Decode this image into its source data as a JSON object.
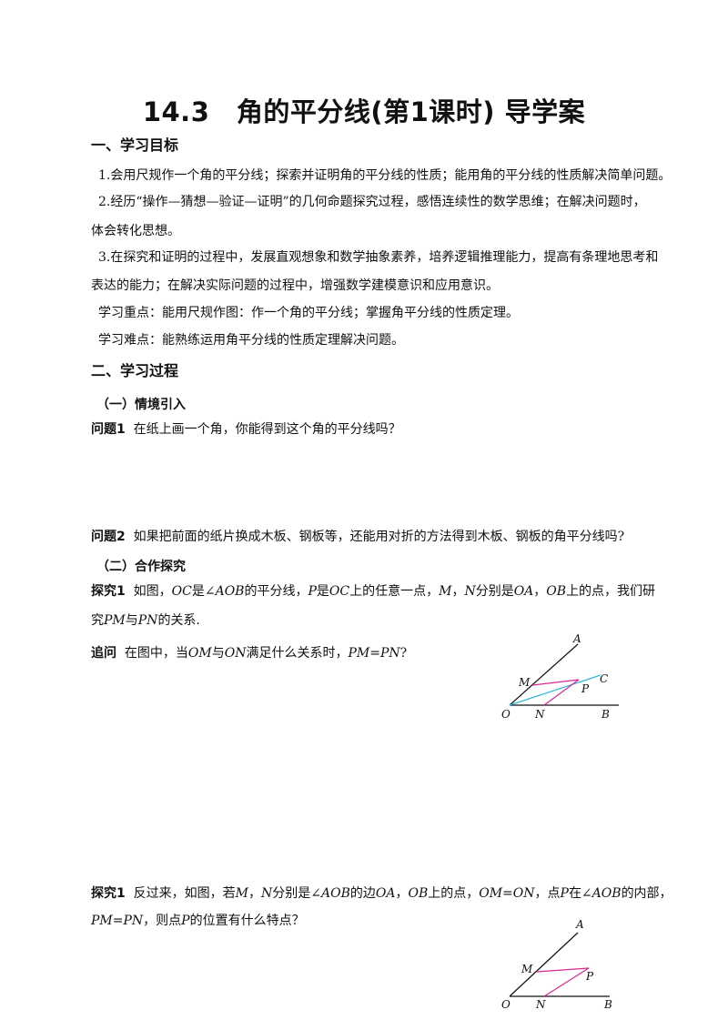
{
  "title": "14.3　角的平分线(第1课时) 导学案",
  "section1": {
    "heading": "一、学习目标",
    "goal1": "1.会用尺规作一个角的平分线；探索并证明角的平分线的性质；能用角的平分线的性质解决简单问题。",
    "goal2a": "2.经历“操作—猜想—验证—证明”的几何命题探究过程，感悟连续性的数学思维；在解决问题时，",
    "goal2b": "体会转化思想。",
    "goal3a": "3.在探究和证明的过程中，发展直观想象和数学抽象素养，培养逻辑推理能力，提高有条理地思考和",
    "goal3b": "表达的能力；在解决实际问题的过程中，增强数学建模意识和应用意识。",
    "key": "学习重点：能用尺规作图：作一个角的平分线；掌握角平分线的性质定理。",
    "difficulty": "学习难点：能熟练运用角平分线的性质定理解决问题。"
  },
  "section2": {
    "heading": "二、学习过程",
    "sub1": "（一）情境引入",
    "q1_label": "问题1",
    "q1_text": "在纸上画一个角，你能得到这个角的平分线吗？",
    "q2_label": "问题2",
    "q2_text": "如果把前面的纸片换成木板、钢板等，还能用对折的方法得到木板、钢板的角平分线吗?",
    "sub2": "（二）合作探究",
    "e1_label": "探究1",
    "e1_parts": [
      "如图，",
      "OC",
      "是∠",
      "AOB",
      "的平分线，",
      "P",
      "是",
      "OC",
      "上的任意一点，",
      "M",
      "，",
      "N",
      "分别是",
      "OA",
      "，",
      "OB",
      "上的点，我们研"
    ],
    "e1_line2": [
      "究",
      "PM",
      "与",
      "PN",
      "的关系."
    ],
    "follow_label": "追问",
    "follow_parts": [
      "在图中，当",
      "OM",
      "与",
      "ON",
      "满足什么关系时，",
      "PM=PN",
      "?"
    ],
    "e2_label": "探究1",
    "e2_parts": [
      "反过来，如图，若",
      "M",
      "，",
      "N",
      "分别是∠",
      "AOB",
      "的边",
      "OA",
      "，",
      "OB",
      "上的点，",
      "OM=ON",
      "，点",
      "P",
      "在∠",
      "AOB",
      "的内部，"
    ],
    "e2_line2": [
      "PM=PN",
      "，则点",
      "P",
      "的位置有什么特点？"
    ]
  },
  "figure1": {
    "labels": {
      "A": "A",
      "M": "M",
      "C": "C",
      "P": "P",
      "O": "O",
      "N": "N",
      "B": "B"
    },
    "colors": {
      "lines": "#111111",
      "pink": "#e0258f",
      "cyan": "#2bb6d8"
    }
  },
  "figure2": {
    "labels": {
      "A": "A",
      "M": "M",
      "P": "P",
      "O": "O",
      "N": "N",
      "B": "B"
    },
    "colors": {
      "lines": "#111111",
      "pink": "#e0258f"
    }
  }
}
